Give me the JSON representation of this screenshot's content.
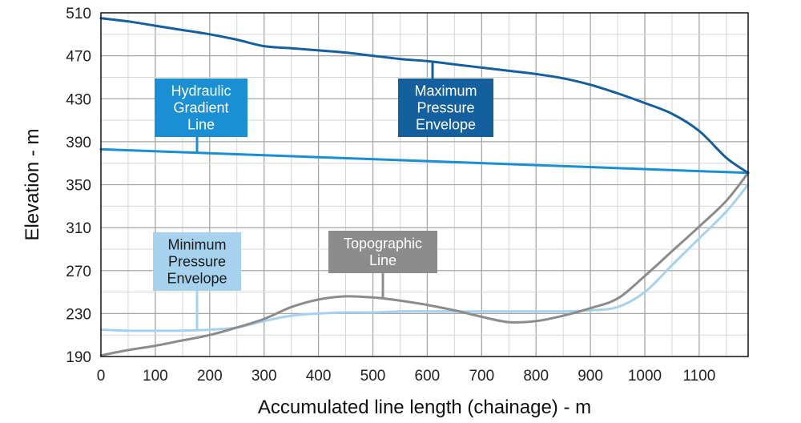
{
  "chart_data": {
    "type": "line",
    "title": "",
    "xlabel": "Accumulated line length (chainage) - m",
    "ylabel": "Elevation - m",
    "xlim": [
      0,
      1190
    ],
    "ylim": [
      190,
      510
    ],
    "xticks": [
      0,
      100,
      200,
      300,
      400,
      500,
      600,
      700,
      800,
      900,
      1000,
      1100
    ],
    "yticks": [
      190,
      230,
      270,
      310,
      350,
      390,
      430,
      470,
      510
    ],
    "grid": true,
    "legend": "none",
    "series": [
      {
        "name": "Maximum\nPressure\nEnvelope",
        "color": "#14609e",
        "x": [
          0,
          50,
          100,
          150,
          200,
          250,
          300,
          350,
          400,
          450,
          500,
          550,
          600,
          650,
          700,
          750,
          800,
          850,
          900,
          950,
          1000,
          1050,
          1100,
          1150,
          1190
        ],
        "y": [
          505,
          502,
          498,
          494,
          490,
          485,
          479,
          477,
          475,
          473,
          470,
          467,
          465,
          462,
          459,
          456,
          453,
          449,
          443,
          435,
          426,
          416,
          400,
          375,
          361
        ]
      },
      {
        "name": "Hydraulic\nGradient\nLine",
        "color": "#1a8fd4",
        "x": [
          0,
          1190
        ],
        "y": [
          383,
          361
        ]
      },
      {
        "name": "Topographic\nLine",
        "color": "#8c8c8c",
        "x": [
          0,
          50,
          100,
          150,
          200,
          250,
          300,
          350,
          400,
          450,
          500,
          550,
          600,
          650,
          700,
          750,
          800,
          850,
          900,
          950,
          1000,
          1050,
          1100,
          1150,
          1190
        ],
        "y": [
          191,
          196,
          200,
          205,
          210,
          217,
          225,
          236,
          243,
          246,
          245,
          242,
          238,
          233,
          227,
          222,
          223,
          228,
          235,
          244,
          265,
          288,
          311,
          335,
          361
        ]
      },
      {
        "name": "Minimum\nPressure\nEnvelope",
        "color": "#a7d2ee",
        "x": [
          0,
          50,
          100,
          150,
          200,
          250,
          300,
          350,
          400,
          450,
          500,
          550,
          600,
          650,
          700,
          750,
          800,
          850,
          900,
          950,
          1000,
          1050,
          1100,
          1150,
          1190
        ],
        "y": [
          215,
          214,
          214,
          214,
          215,
          217,
          223,
          228,
          230,
          231,
          231,
          232,
          232,
          232,
          232,
          232,
          232,
          232,
          233,
          236,
          250,
          275,
          300,
          325,
          350
        ]
      }
    ],
    "annotations": [
      {
        "text": "Hydraulic\nGradient\nLine",
        "series": 1,
        "box_color": "#1a8fd4",
        "text_color": "#ffffff"
      },
      {
        "text": "Maximum\nPressure\nEnvelope",
        "series": 0,
        "box_color": "#14609e",
        "text_color": "#ffffff"
      },
      {
        "text": "Minimum\nPressure\nEnvelope",
        "series": 3,
        "box_color": "#a7d2ee",
        "text_color": "#1a1a1a"
      },
      {
        "text": "Topographic\nLine",
        "series": 2,
        "box_color": "#8c8c8c",
        "text_color": "#ffffff"
      }
    ]
  }
}
